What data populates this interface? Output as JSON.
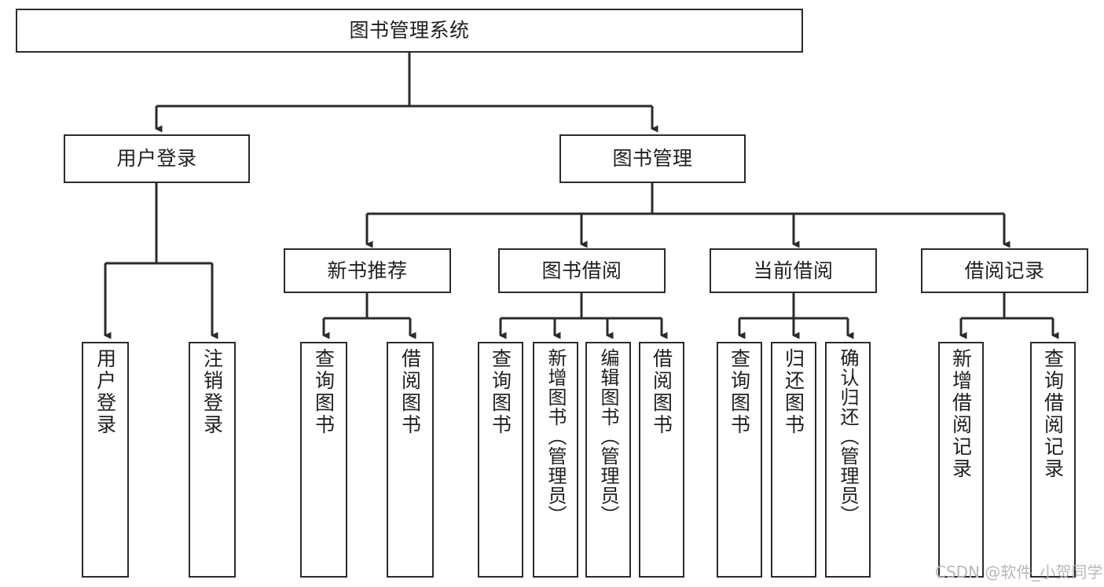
{
  "diagram": {
    "type": "tree-hierarchy",
    "title": "图书管理系统",
    "root": {
      "id": "root",
      "label": "图书管理系统",
      "orientation": "horizontal"
    },
    "level1": [
      {
        "id": "user-login",
        "label": "用户登录",
        "orientation": "horizontal"
      },
      {
        "id": "book-management",
        "label": "图书管理",
        "orientation": "horizontal"
      }
    ],
    "level2": [
      {
        "id": "new-book-recommend",
        "label": "新书推荐",
        "parent": "book-management",
        "orientation": "horizontal"
      },
      {
        "id": "book-borrow",
        "label": "图书借阅",
        "parent": "book-management",
        "orientation": "horizontal"
      },
      {
        "id": "current-borrow",
        "label": "当前借阅",
        "parent": "book-management",
        "orientation": "horizontal"
      },
      {
        "id": "borrow-record",
        "label": "借阅记录",
        "parent": "book-management",
        "orientation": "horizontal"
      }
    ],
    "leaves": [
      {
        "id": "leaf-user-login",
        "label": "用户登录",
        "parent": "user-login",
        "orientation": "vertical"
      },
      {
        "id": "leaf-user-logout",
        "label": "注销登录",
        "parent": "user-login",
        "orientation": "vertical"
      },
      {
        "id": "leaf-query-book-1",
        "label": "查询图书",
        "parent": "new-book-recommend",
        "orientation": "vertical"
      },
      {
        "id": "leaf-borrow-book-1",
        "label": "借阅图书",
        "parent": "new-book-recommend",
        "orientation": "vertical"
      },
      {
        "id": "leaf-query-book-2",
        "label": "查询图书",
        "parent": "book-borrow",
        "orientation": "vertical"
      },
      {
        "id": "leaf-add-book",
        "label": "新增图书（管理员）",
        "parent": "book-borrow",
        "orientation": "vertical"
      },
      {
        "id": "leaf-edit-book",
        "label": "编辑图书（管理员）",
        "parent": "book-borrow",
        "orientation": "vertical"
      },
      {
        "id": "leaf-borrow-book-2",
        "label": "借阅图书",
        "parent": "book-borrow",
        "orientation": "vertical"
      },
      {
        "id": "leaf-query-book-3",
        "label": "查询图书",
        "parent": "current-borrow",
        "orientation": "vertical"
      },
      {
        "id": "leaf-return-book",
        "label": "归还图书",
        "parent": "current-borrow",
        "orientation": "vertical"
      },
      {
        "id": "leaf-confirm-return",
        "label": "确认归还（管理员）",
        "parent": "current-borrow",
        "orientation": "vertical"
      },
      {
        "id": "leaf-add-record",
        "label": "新增借阅记录",
        "parent": "borrow-record",
        "orientation": "vertical"
      },
      {
        "id": "leaf-query-record",
        "label": "查询借阅记录",
        "parent": "borrow-record",
        "orientation": "vertical"
      }
    ],
    "watermark": "CSDN @软件_小贺同学",
    "colors": {
      "border": "#2b2b2b",
      "text": "#1f1f1f",
      "background": "#ffffff",
      "watermark": "#b8b8b8"
    }
  }
}
